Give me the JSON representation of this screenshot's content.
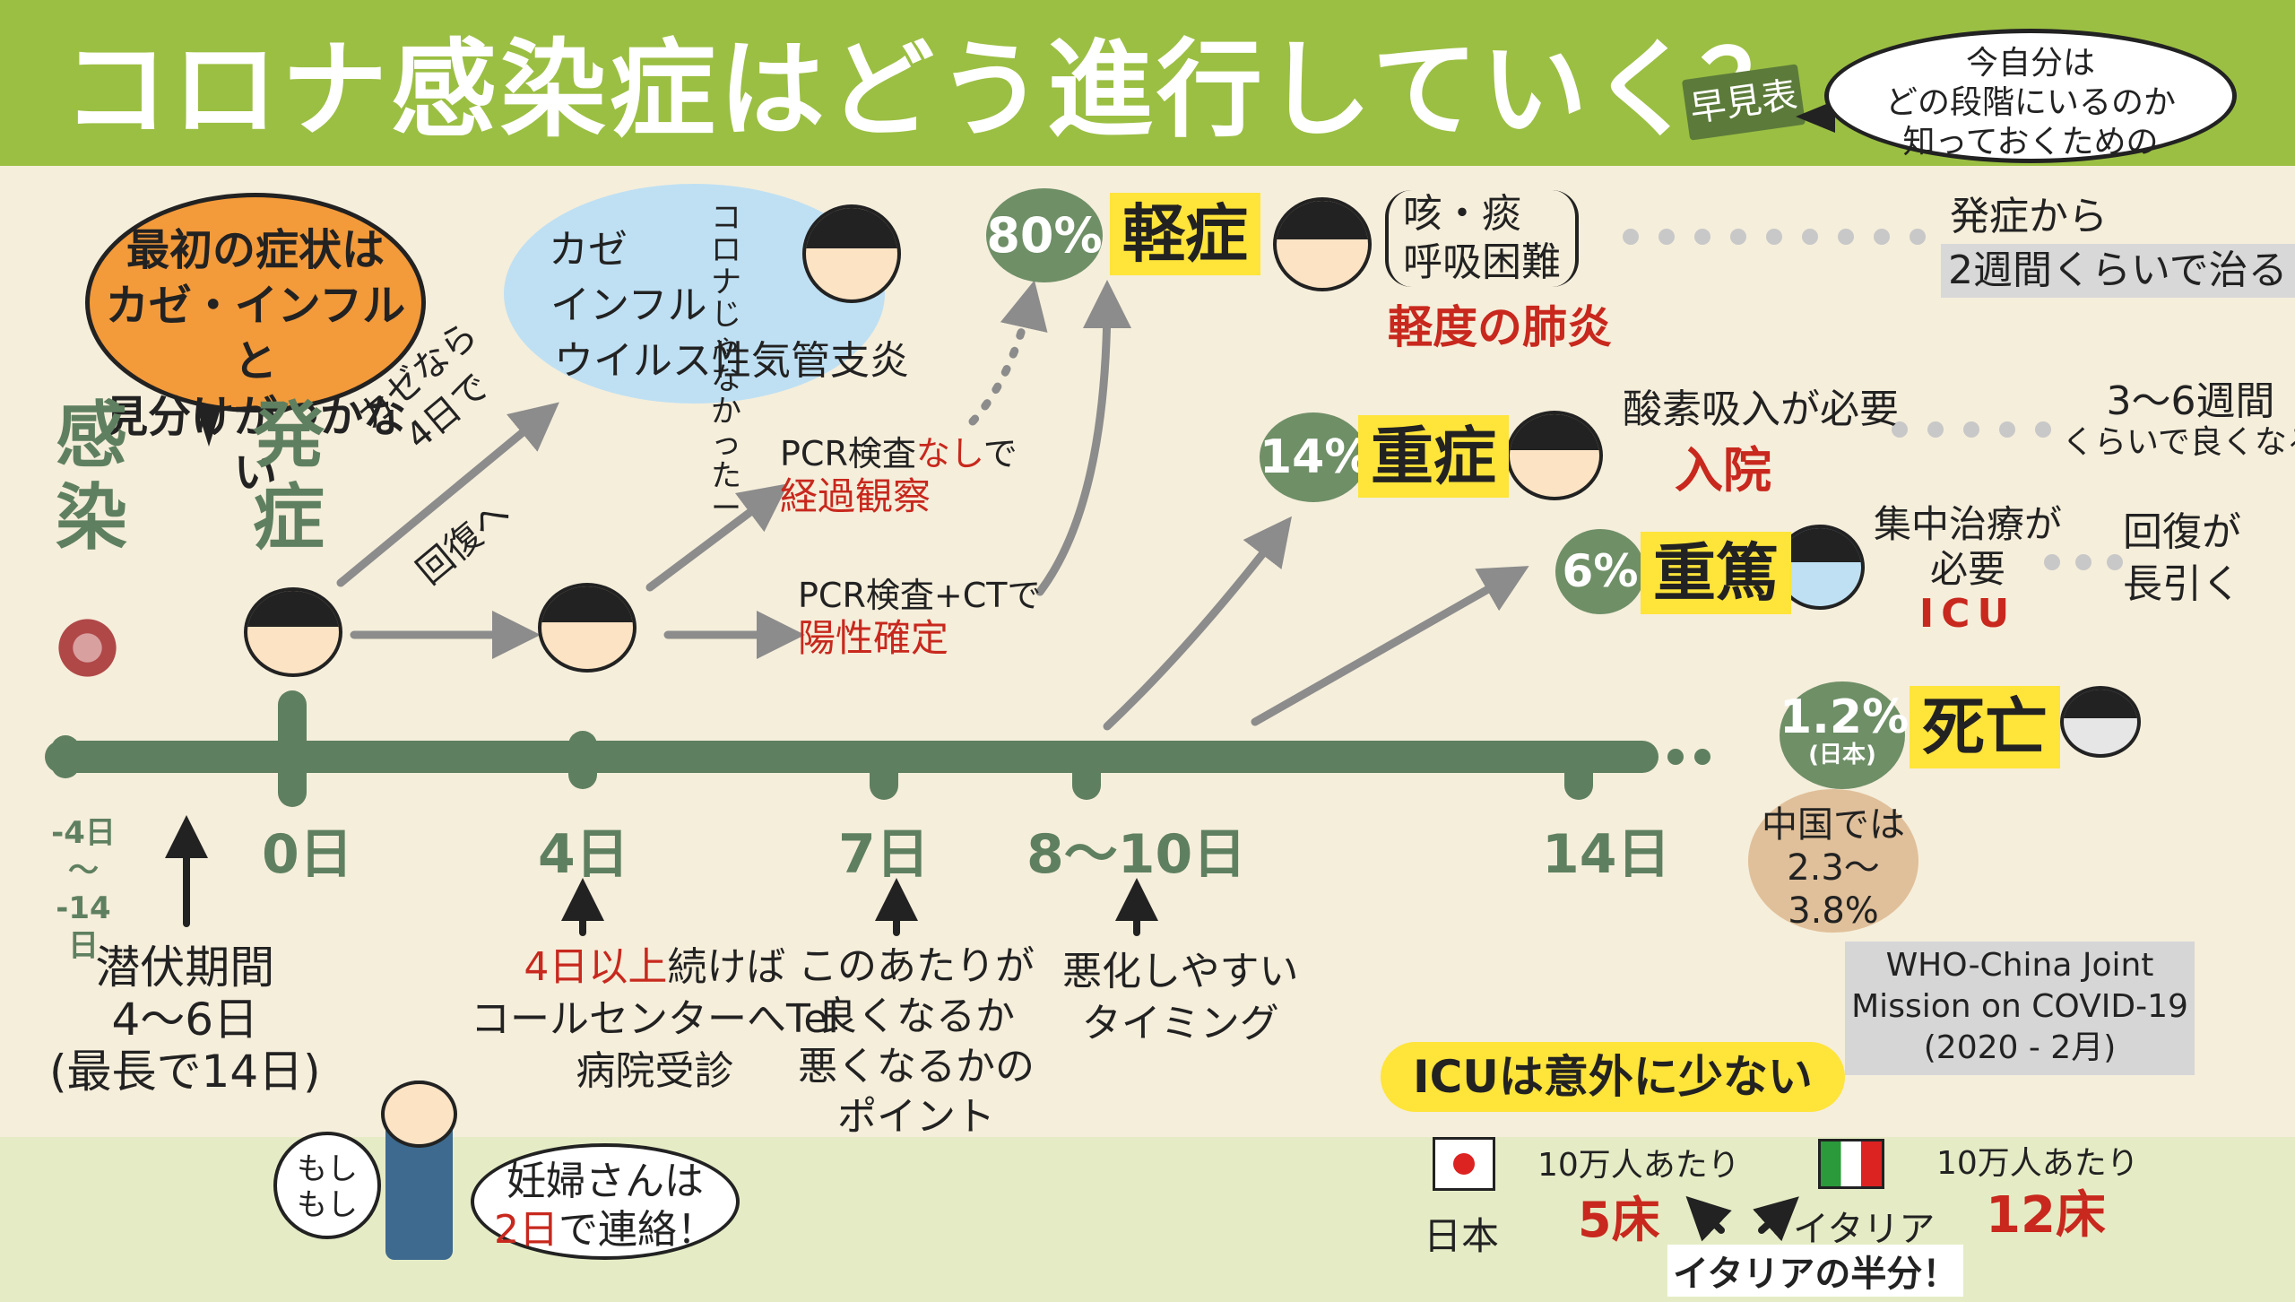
{
  "title": "コロナ感染症はどう進行していく？",
  "quick_ref_tag": "早見表",
  "speech_bubble": {
    "line1": "今自分は",
    "line2": "どの段階にいるのか",
    "line3": "知っておくための"
  },
  "first_symptom_bubble": {
    "line1": "最初の症状は",
    "line2": "カゼ・インフルと",
    "line3": "見分けがつかない"
  },
  "infection_label": "感染",
  "onset_label": "発症",
  "cold_recovery": {
    "line1": "カゼなら",
    "line2": "4日で",
    "line3": "回復へ"
  },
  "diagnoses": {
    "line1": "カゼ",
    "line2": "インフル",
    "line3": "ウイルス性気管支炎"
  },
  "not_corona": "コロナじゃなかったー",
  "pcr_observe": {
    "prefix": "PCR検査",
    "red": "なし",
    "suffix": "で",
    "line2": "経過観察"
  },
  "pcr_positive": {
    "line1": "PCR検査+CTで",
    "line2": "陽性確定"
  },
  "outcomes": [
    {
      "percent": "80%",
      "severity": "軽症",
      "desc1": "咳・痰",
      "desc2": "呼吸困難",
      "red": "軽度の肺炎",
      "result1": "発症から",
      "result2": "2週間くらいで治る"
    },
    {
      "percent": "14%",
      "severity": "重症",
      "desc1": "酸素吸入が必要",
      "red": "入院",
      "result1": "3～6週間",
      "result2": "くらいで良くなる"
    },
    {
      "percent": "6%",
      "severity": "重篤",
      "desc1": "集中治療が",
      "desc2": "必要",
      "red": "ICU",
      "result1": "回復が",
      "result2": "長引く"
    },
    {
      "percent": "1.2%",
      "sub": "(日本)",
      "severity": "死亡"
    }
  ],
  "china_note": {
    "line1": "中国では",
    "line2": "2.3～",
    "line3": "3.8%"
  },
  "timeline": [
    {
      "day": "-4日",
      "day2": "〜",
      "day3": "-14日"
    },
    {
      "day": "0日"
    },
    {
      "day": "4日"
    },
    {
      "day": "7日"
    },
    {
      "day": "8～10日"
    },
    {
      "day": "14日"
    }
  ],
  "notes": {
    "incubation": {
      "line1": "潜伏期間",
      "line2": "4～6日",
      "line3": "(最長で14日)"
    },
    "day4": {
      "red": "4日以上",
      "after": "続けば",
      "line2": "コールセンターへTel",
      "line3": "病院受診"
    },
    "day7": {
      "line1": "このあたりが",
      "line2": "良くなるか",
      "line3": "悪くなるかの",
      "line4": "ポイント"
    },
    "day8": {
      "line1": "悪化しやすい",
      "line2": "タイミング"
    }
  },
  "pregnant": {
    "moshi": "もしもし",
    "line1": "妊婦さんは",
    "red": "2日",
    "suffix": "で連絡！"
  },
  "source": {
    "line1": "WHO-China Joint",
    "line2": "Mission on COVID-19",
    "line3": "(2020 - 2月)"
  },
  "icu_caption": "ICUは意外に少ない",
  "icu": {
    "japan_label": "日本",
    "japan_per": "10万人あたり",
    "japan_beds": "5床",
    "italy_label": "イタリア",
    "italy_per": "10万人あたり",
    "italy_beds": "12床",
    "half_note": "イタリアの半分！"
  },
  "colors": {
    "header": "#9bbf43",
    "timeline": "#5f8060",
    "accent_red": "#c8281d",
    "highlight": "#ffe43a",
    "bubble_orange": "#f39a3a",
    "bubble_blue": "#bfe0f3"
  }
}
